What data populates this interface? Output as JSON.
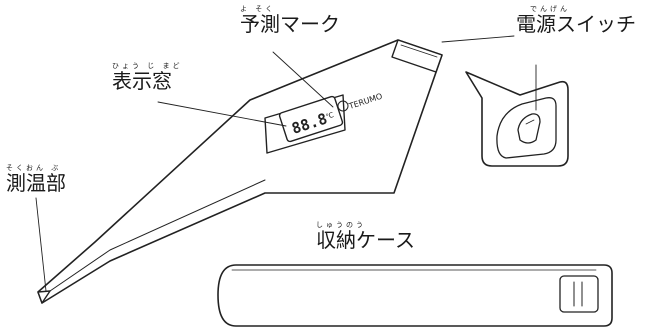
{
  "labels": {
    "yosoku_mark": {
      "ruby": "よ そく",
      "text": "予測マーク"
    },
    "power_switch": {
      "ruby": "でんげん",
      "text": "電源スイッチ"
    },
    "display_window": {
      "ruby": "ひょう じ まど",
      "text": "表示窓"
    },
    "sensor": {
      "ruby": "そくおん ぶ",
      "text": "測温部"
    },
    "case": {
      "ruby": "しゅうのう",
      "text": "収納ケース"
    }
  },
  "display": {
    "reading": "88.8",
    "unit": "℃"
  },
  "brand": {
    "name": "TERUMO"
  }
}
